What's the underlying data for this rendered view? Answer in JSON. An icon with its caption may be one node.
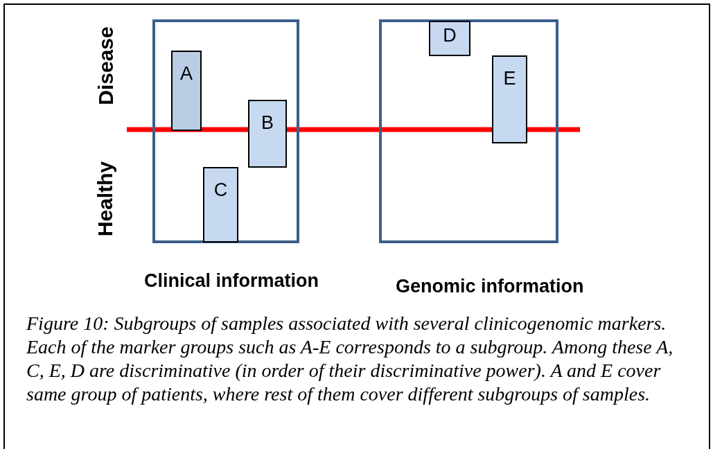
{
  "diagram": {
    "caption": "Figure 10: Subgroups of samples associated with several clinicogenomic markers. Each of the marker groups such as A-E corresponds to a subgroup. Among these A, C, E, D are discriminative (in order of their discriminative power). A and E cover same group of patients, where rest of them cover different subgroups of samples.",
    "nodes": [
      {
        "text": [
          "Clinical information"
        ]
      },
      {
        "text": [
          "A"
        ],
        "in": 0
      },
      {
        "text": [
          "B"
        ],
        "in": 0
      },
      {
        "text": [
          "C"
        ],
        "in": 0
      },
      {
        "text": [
          "Genomic information"
        ]
      },
      {
        "text": [
          "D"
        ],
        "in": 4
      },
      {
        "text": [
          "E"
        ],
        "in": 4
      }
    ],
    "labels": [
      "Disease",
      "Healthy"
    ]
  }
}
